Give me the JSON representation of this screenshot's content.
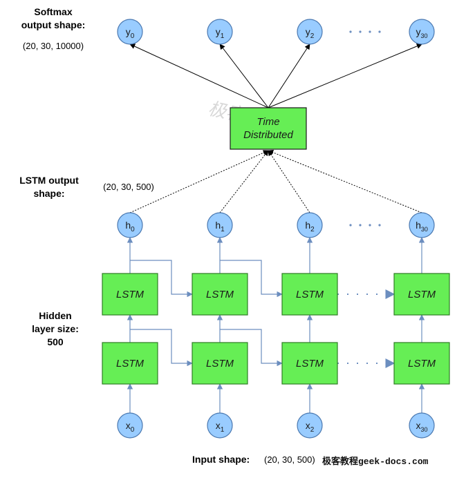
{
  "labels": {
    "softmax_title_1": "Softmax",
    "softmax_title_2": "output shape:",
    "softmax_shape": "(20, 30, 10000)",
    "lstm_out_title_1": "LSTM output",
    "lstm_out_title_2": "shape:",
    "lstm_out_shape": "(20, 30, 500)",
    "hidden_title_1": "Hidden",
    "hidden_title_2": "layer size:",
    "hidden_title_3": "500",
    "input_title": "Input shape:",
    "input_shape": "(20, 30, 500)",
    "ellipsis": "· · · ·"
  },
  "nodes": {
    "outputs": [
      {
        "base": "y",
        "sub": "0"
      },
      {
        "base": "y",
        "sub": "1"
      },
      {
        "base": "y",
        "sub": "2"
      },
      {
        "base": "y",
        "sub": "30"
      }
    ],
    "hidden": [
      {
        "base": "h",
        "sub": "0"
      },
      {
        "base": "h",
        "sub": "1"
      },
      {
        "base": "h",
        "sub": "2"
      },
      {
        "base": "h",
        "sub": "30"
      }
    ],
    "inputs": [
      {
        "base": "x",
        "sub": "0"
      },
      {
        "base": "x",
        "sub": "1"
      },
      {
        "base": "x",
        "sub": "2"
      },
      {
        "base": "x",
        "sub": "30"
      }
    ]
  },
  "lstm_label": "LSTM",
  "time_distributed": {
    "line1": "Time",
    "line2": "Distributed"
  },
  "watermark": {
    "text": "极客教程",
    "faint": "geek-docs",
    "brand": "极客教程geek-docs.com"
  },
  "colors": {
    "node_fill": "#99ccff",
    "node_stroke": "#4a78b0",
    "box_fill": "#66ee55",
    "box_stroke": "#2f7d24",
    "connector": "#6c8ebf",
    "ellipsis": "#6c8ebf"
  }
}
